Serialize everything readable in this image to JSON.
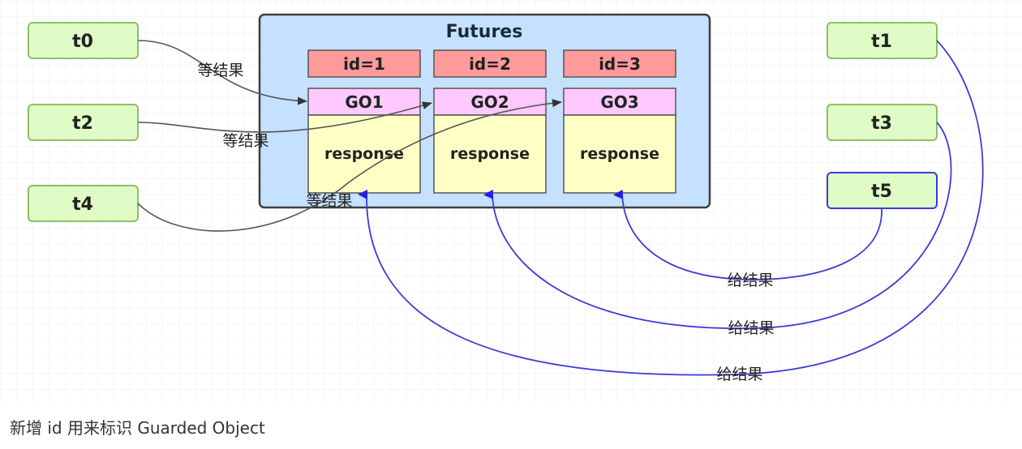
{
  "container": {
    "title": "Futures"
  },
  "futures": [
    {
      "id": "id=1",
      "go": "GO1",
      "response": "response"
    },
    {
      "id": "id=2",
      "go": "GO2",
      "response": "response"
    },
    {
      "id": "id=3",
      "go": "GO3",
      "response": "response"
    }
  ],
  "threads": [
    {
      "name": "t0",
      "group": "waiter"
    },
    {
      "name": "t2",
      "group": "waiter"
    },
    {
      "name": "t4",
      "group": "waiter"
    },
    {
      "name": "t1",
      "group": "producer"
    },
    {
      "name": "t3",
      "group": "producer"
    },
    {
      "name": "t5",
      "group": "producer"
    }
  ],
  "edges": {
    "wait_label": "等结果",
    "give_label": "给结果"
  },
  "caption": "新增 id 用来标识 Guarded Object",
  "colors": {
    "container_fill": "#c6e1ff",
    "container_stroke": "#3f3f3f",
    "id_fill": "#ff9a9a",
    "go_fill": "#ffc9ff",
    "response_fill": "#ffffc6",
    "thread_fill": "#dffcc6",
    "thread_stroke": "#8cbf63",
    "t5_stroke": "#3b3bd8",
    "wait_arrow": "#555555",
    "give_arrow": "#3b3bd8"
  }
}
